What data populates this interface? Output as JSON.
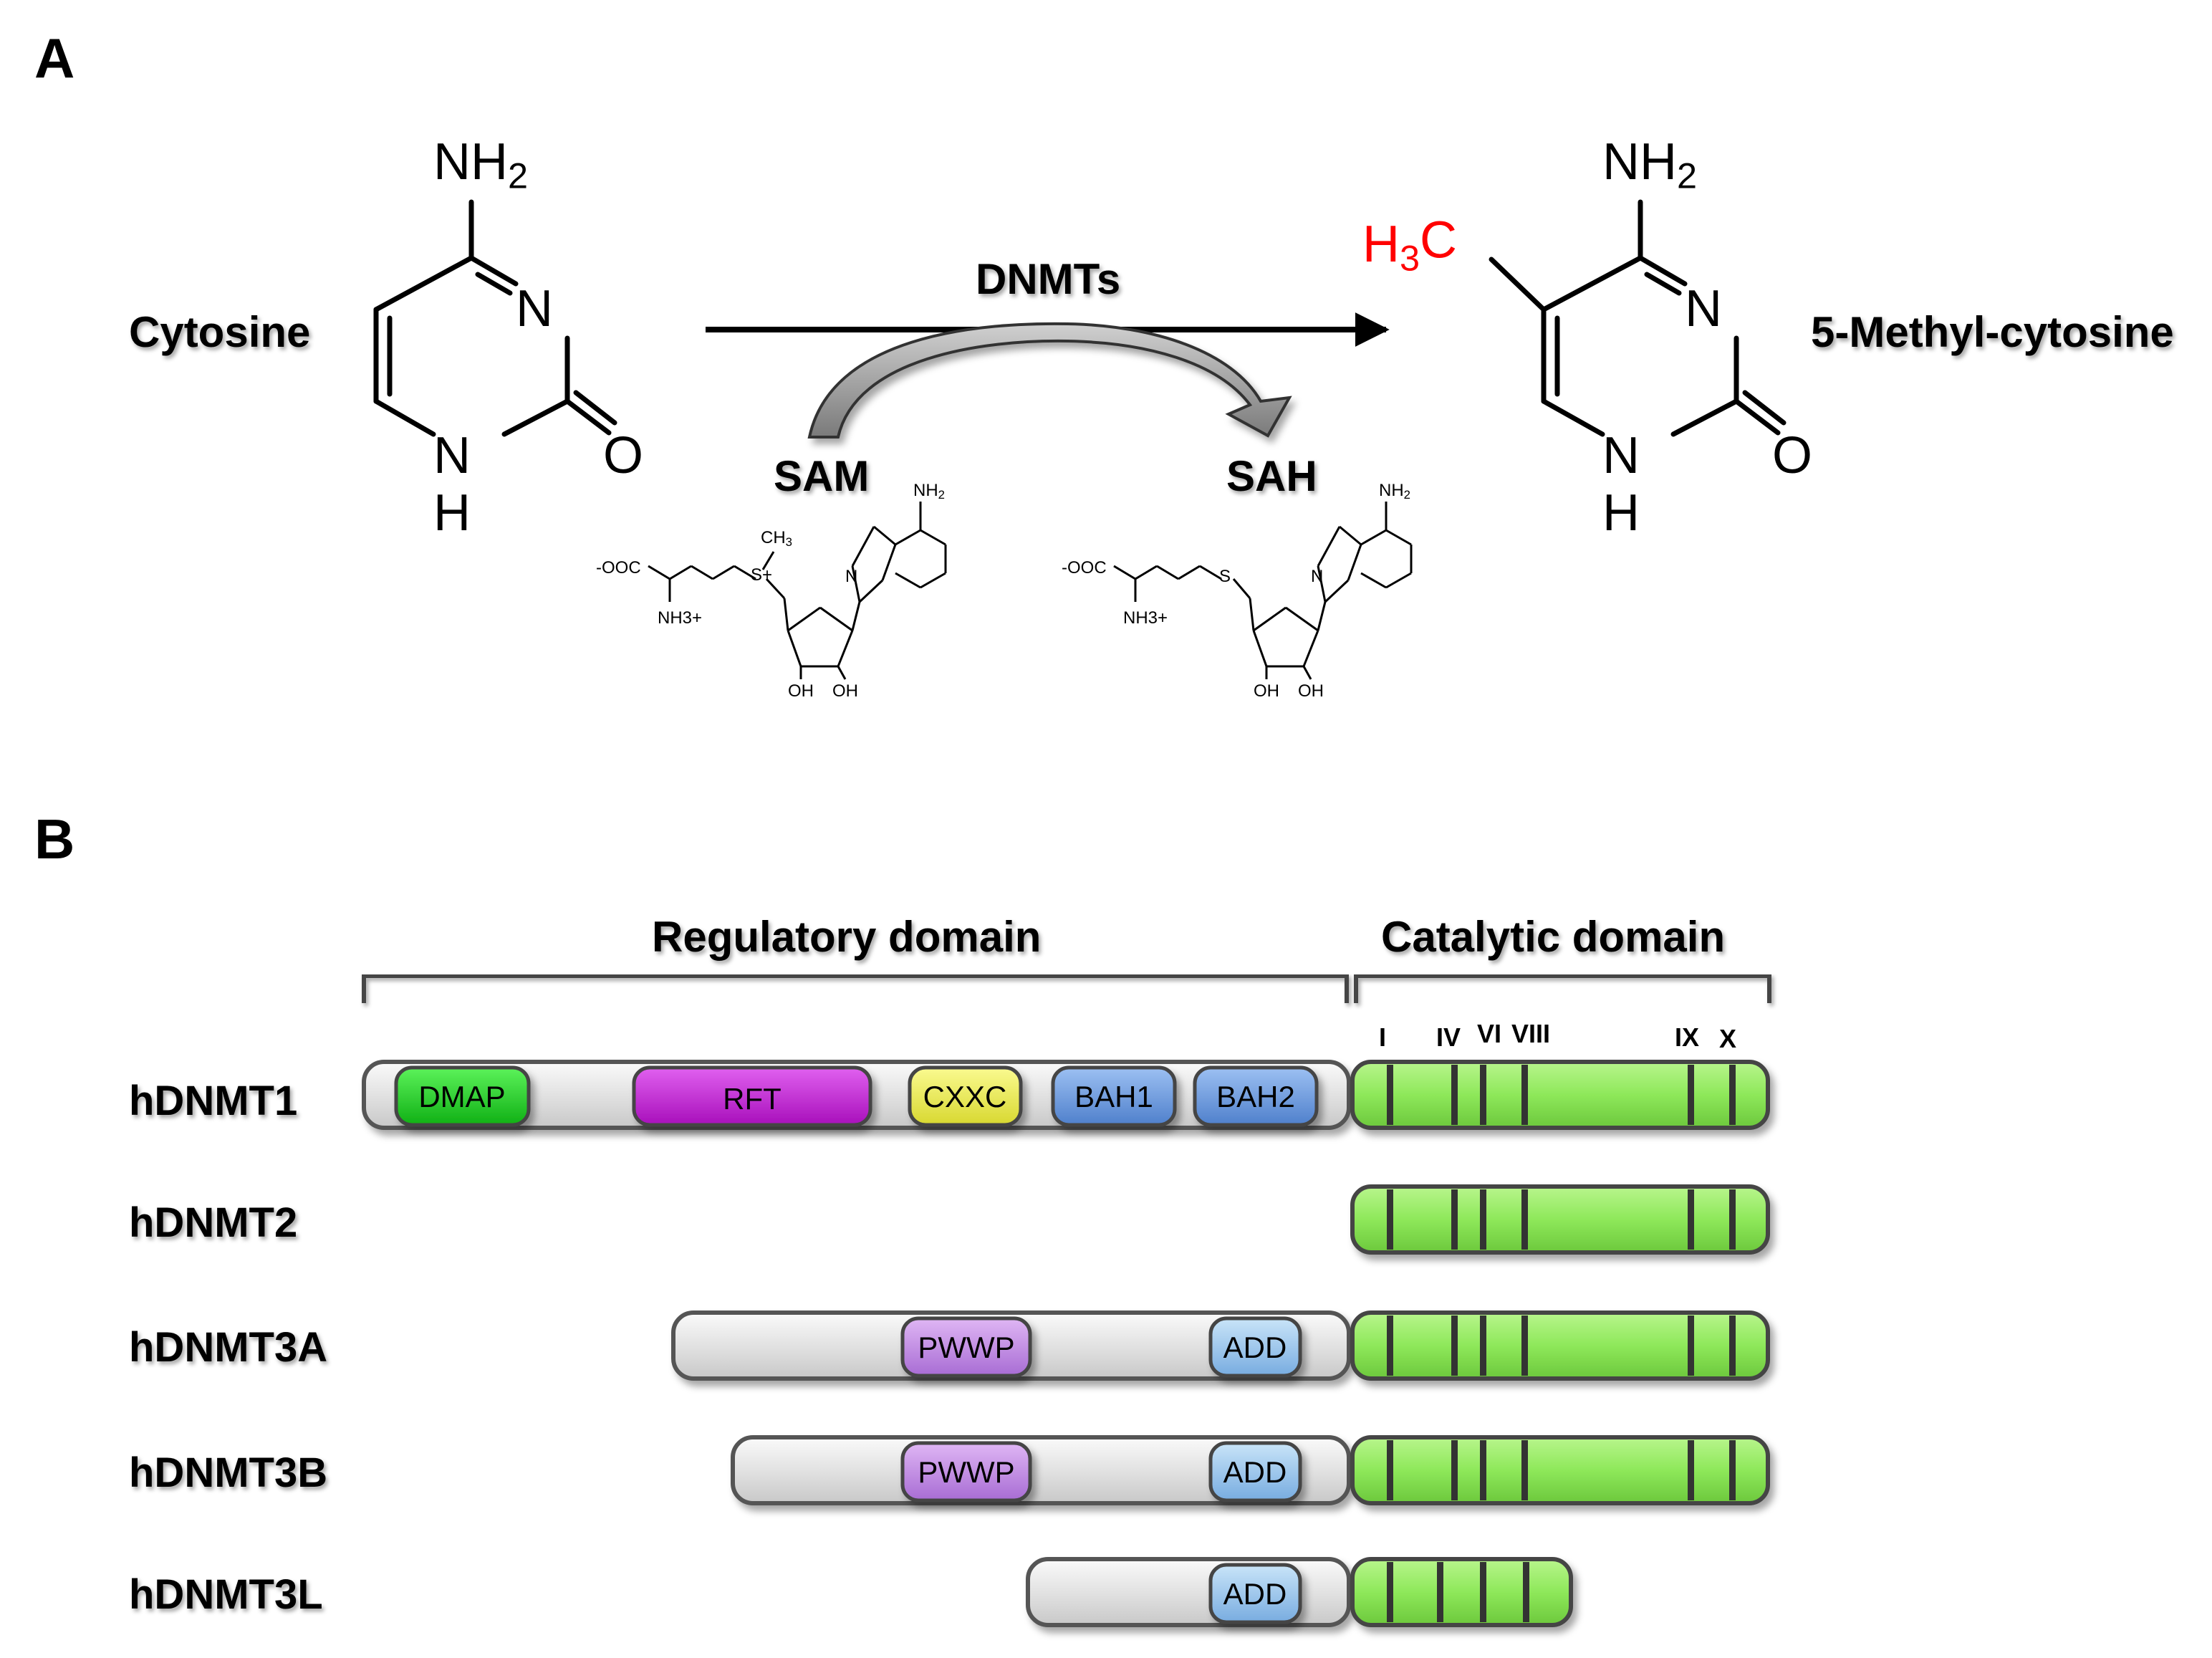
{
  "panel_a": {
    "label": "A",
    "reactant_name": "Cytosine",
    "product_name": "5-Methyl-cytosine",
    "enzyme": "DNMTs",
    "donor": "SAM",
    "byproduct": "SAH",
    "methyl_group": "H3C",
    "methyl_color": "#ff0000",
    "atoms": {
      "nh2": "NH2",
      "n": "N",
      "o": "O",
      "nh_n": "N",
      "nh_h": "H"
    },
    "sam_small": {
      "nh2": "NH2",
      "ooc": "-OOC",
      "nh3": "NH3+",
      "s": "S+",
      "ch3": "CH3",
      "oh1": "OH",
      "oh2": "OH",
      "n": "N"
    },
    "sah_small": {
      "nh2": "NH2",
      "ooc": "-OOC",
      "nh3": "NH3+",
      "s": "S",
      "oh1": "OH",
      "oh2": "OH",
      "n": "N"
    }
  },
  "panel_b": {
    "label": "B",
    "regulatory_label": "Regulatory domain",
    "catalytic_label": "Catalytic domain",
    "motifs": [
      "I",
      "IV",
      "VI",
      "VIII",
      "IX",
      "X"
    ],
    "proteins": [
      {
        "name": "hDNMT1",
        "domains": [
          "DMAP",
          "RFT",
          "CXXC",
          "BAH1",
          "BAH2"
        ]
      },
      {
        "name": "hDNMT2",
        "domains": []
      },
      {
        "name": "hDNMT3A",
        "domains": [
          "PWWP",
          "ADD"
        ]
      },
      {
        "name": "hDNMT3B",
        "domains": [
          "PWWP",
          "ADD"
        ]
      },
      {
        "name": "hDNMT3L",
        "domains": [
          "ADD"
        ]
      }
    ],
    "colors": {
      "regulatory_bar": "#e2e2e2",
      "catalytic": "#8ee85a",
      "DMAP": "#22d025",
      "RFT": "#c81fd9",
      "CXXC": "#eded55",
      "BAH": "#6f9de0",
      "PWWP": "#c58ce6",
      "ADD": "#9ccaef"
    }
  }
}
